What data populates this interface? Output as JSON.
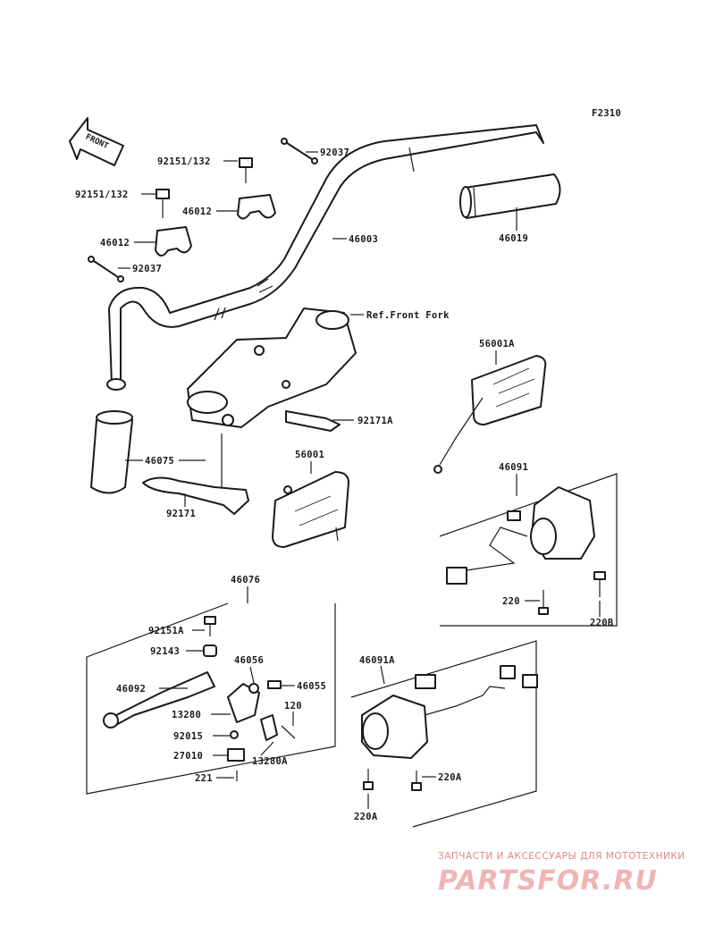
{
  "figure_code": "F2310",
  "front_arrow": "FRONT",
  "labels": {
    "p92037_top": "92037",
    "p92151_132_a": "92151/132",
    "p92151_132_b": "92151/132",
    "p46012_a": "46012",
    "p46012_b": "46012",
    "p92037_left": "92037",
    "p46003": "46003",
    "p46019": "46019",
    "ref_front_fork": "Ref.Front Fork",
    "p56001A": "56001A",
    "p92171A": "92171A",
    "p46075": "46075",
    "p56001": "56001",
    "p92171": "92171",
    "p46091": "46091",
    "p220": "220",
    "p220B": "220B",
    "p46076": "46076",
    "p92151A": "92151A",
    "p92143": "92143",
    "p46056": "46056",
    "p46055": "46055",
    "p46092": "46092",
    "p13280": "13280",
    "p120": "120",
    "p92015": "92015",
    "p27010": "27010",
    "p13280A": "13280A",
    "p221": "221",
    "p46091A": "46091A",
    "p220A_a": "220A",
    "p220A_b": "220A"
  },
  "watermark": {
    "caption": "ЗАПЧАСТИ И АКСЕССУАРЫ ДЛЯ МОТОТЕХНИКИ",
    "brand": "PARTSFOR.RU"
  }
}
